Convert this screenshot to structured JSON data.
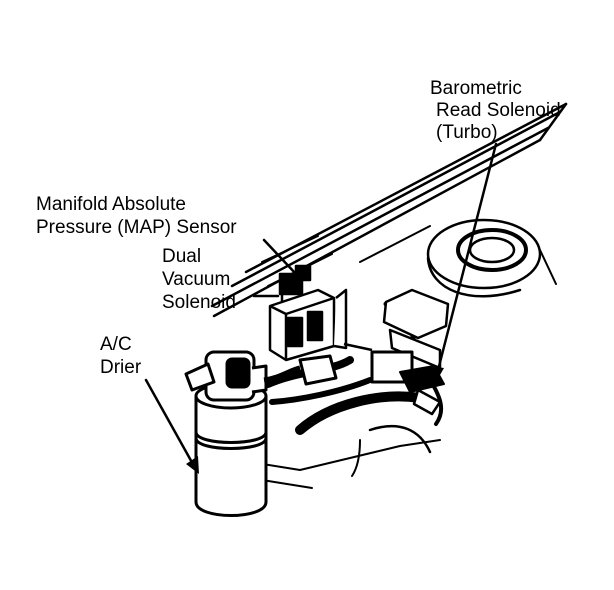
{
  "labels": {
    "barometric_line1": "Barometric",
    "barometric_line2": "Read Solenoid",
    "barometric_line3": "(Turbo)",
    "map_line1": "Manifold Absolute",
    "map_line2": "Pressure (MAP) Sensor",
    "dual_line1": "Dual",
    "dual_line2": "Vacuum",
    "dual_line3": "Solenoid",
    "ac_line1": "A/C",
    "ac_line2": "Drier"
  },
  "colors": {
    "ink": "#000000",
    "paper": "#ffffff"
  }
}
